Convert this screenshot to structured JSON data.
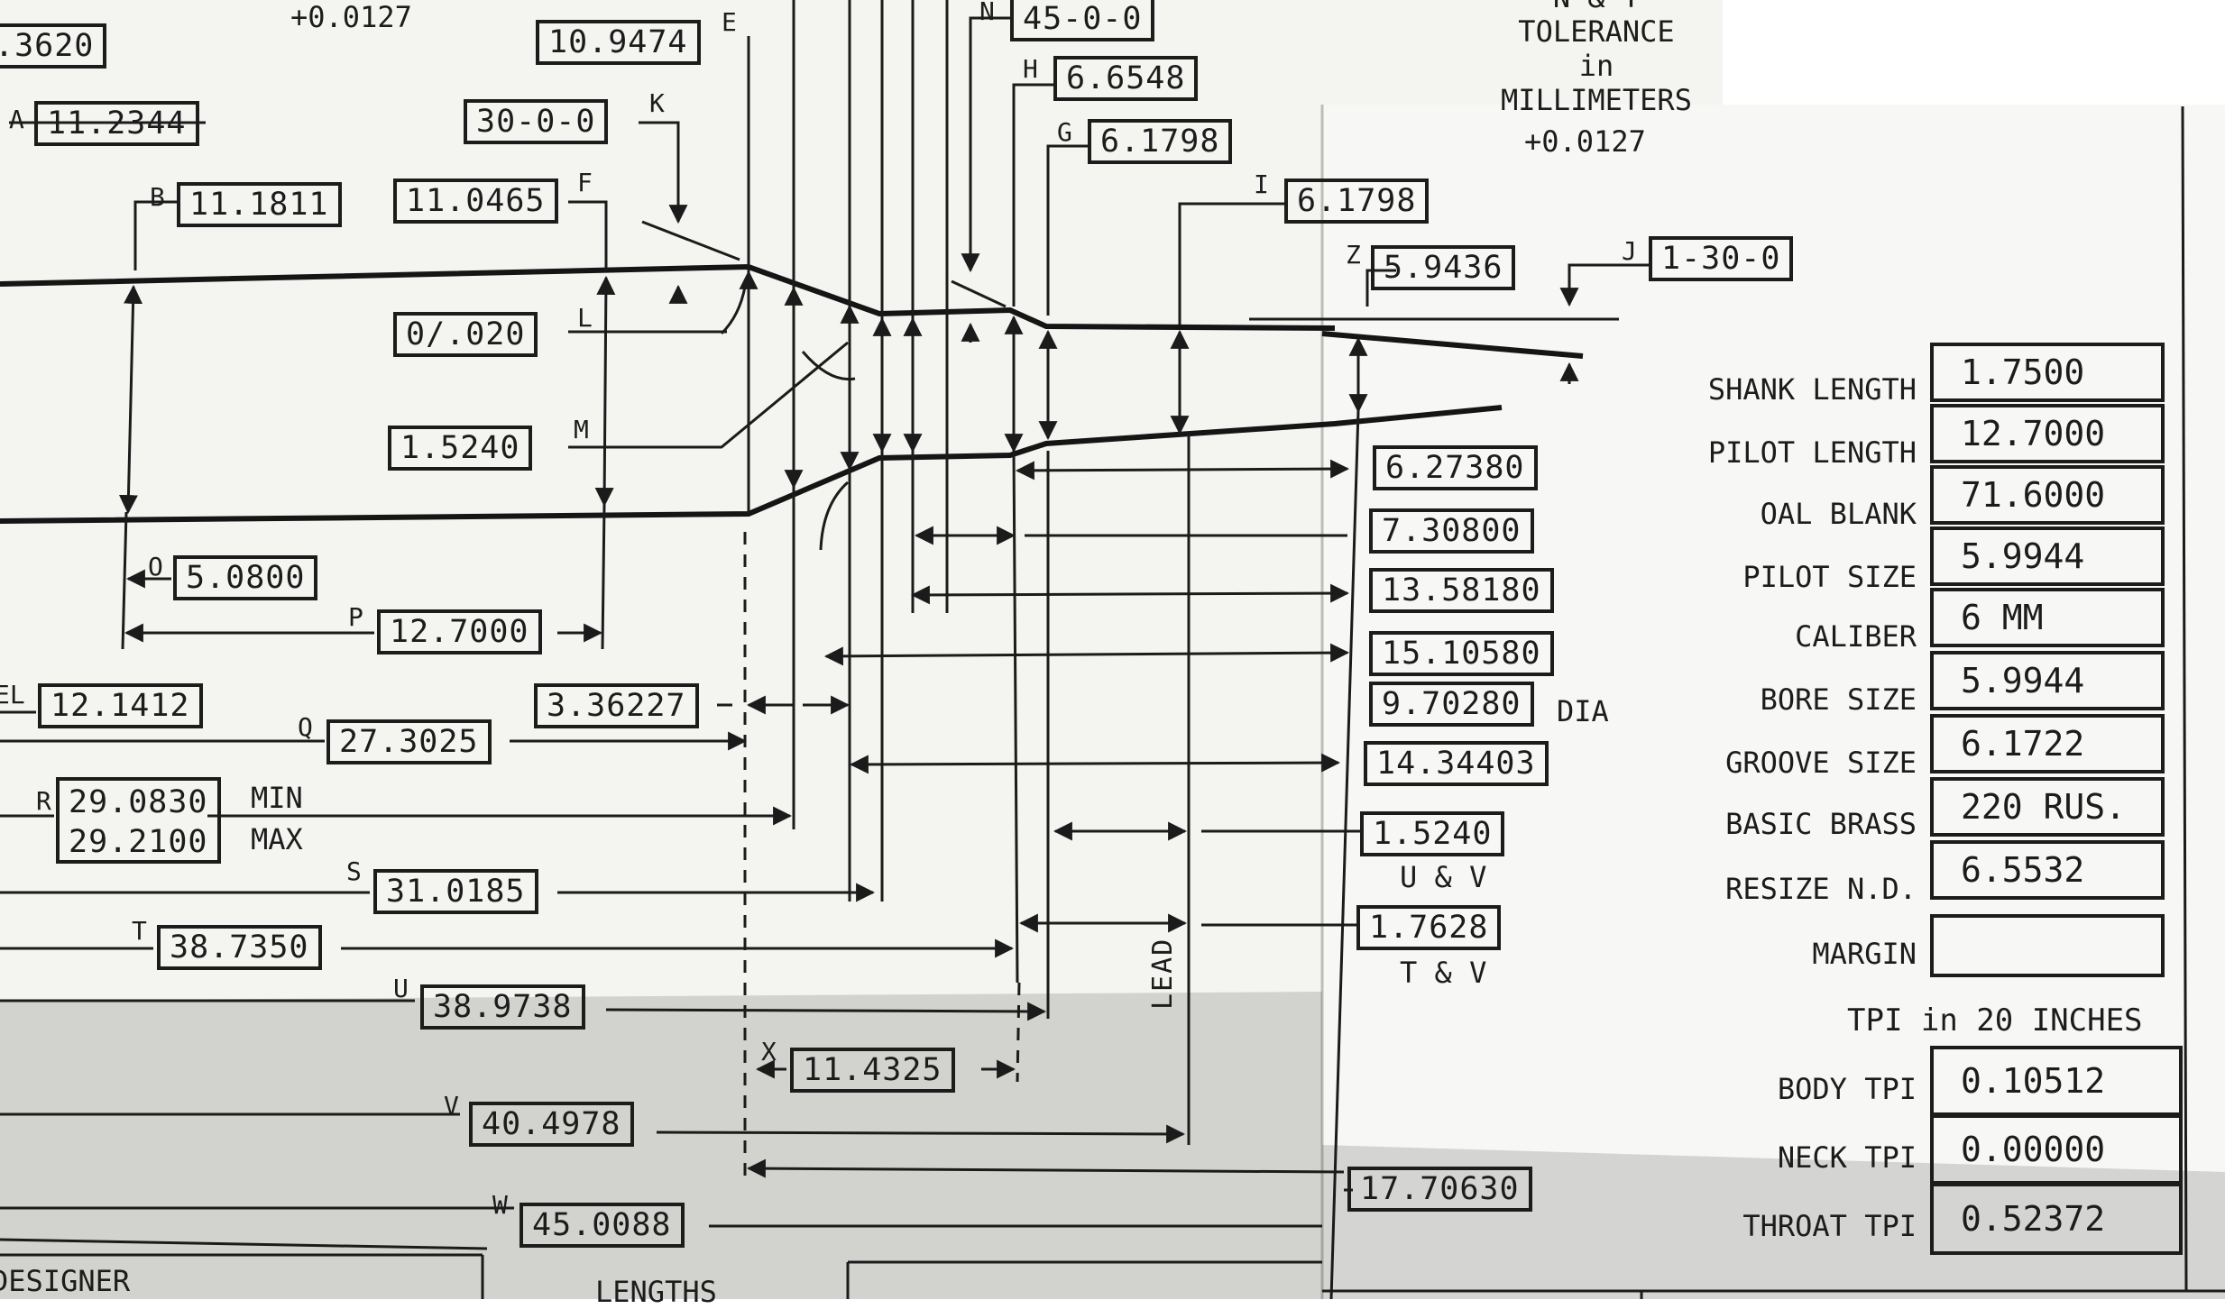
{
  "header": {
    "tolerance_top_left": "+0.0127",
    "tolerance_label": "N & T\nTOLERANCE\nin\nMILLIMETERS",
    "tolerance_right": "+0.0127"
  },
  "dimensions": {
    "partial_top": ".3620",
    "A": "11.2344",
    "B": "11.1811",
    "E": "10.9474",
    "F": "11.0465",
    "K": "30-0-0",
    "L": "0/.020",
    "M": "1.5240",
    "N": "45-0-0",
    "H": "6.6548",
    "G": "6.1798",
    "I": "6.1798",
    "Z": "5.9436",
    "J": "1-30-0",
    "O": "5.0800",
    "P": "12.7000",
    "EL": "12.1412",
    "Q": "27.3025",
    "neck_value": "3.36227",
    "R_min": "29.0830",
    "R_max": "29.2100",
    "S": "31.0185",
    "T": "38.7350",
    "U": "38.9738",
    "X": "11.4325",
    "V": "40.4978",
    "W": "45.0088",
    "d1": "6.27380",
    "d2": "7.30800",
    "d3": "13.58180",
    "d4": "15.10580",
    "dia": "9.70280",
    "d5": "14.34403",
    "uv": "1.5240",
    "tv": "1.7628",
    "overall": "17.70630"
  },
  "labels": {
    "A": "A",
    "B": "B",
    "E": "E",
    "F": "F",
    "K": "K",
    "L": "L",
    "M": "M",
    "N": "N",
    "H": "H",
    "G": "G",
    "I": "I",
    "Z": "Z",
    "J": "J",
    "O": "O",
    "P": "P",
    "EL": "EL",
    "Q": "Q",
    "R": "R",
    "S": "S",
    "T": "T",
    "U": "U",
    "X": "X",
    "V": "V",
    "W": "W",
    "min": "MIN",
    "max": "MAX",
    "dia": "DIA",
    "uv": "U & V",
    "tv": "T & V",
    "lead": "LEAD",
    "designer": "DESIGNER",
    "lengths": "LENGTHS"
  },
  "table": {
    "rows": [
      {
        "label": "SHANK LENGTH",
        "value": "1.7500"
      },
      {
        "label": "PILOT LENGTH",
        "value": "12.7000"
      },
      {
        "label": "OAL BLANK",
        "value": "71.6000"
      },
      {
        "label": "PILOT SIZE",
        "value": "5.9944"
      },
      {
        "label": "CALIBER",
        "value": "6 MM"
      },
      {
        "label": "BORE SIZE",
        "value": "5.9944"
      },
      {
        "label": "GROOVE SIZE",
        "value": "6.1722"
      },
      {
        "label": "BASIC BRASS",
        "value": "220 RUS."
      },
      {
        "label": "RESIZE N.D.",
        "value": "6.5532"
      },
      {
        "label": "MARGIN",
        "value": ""
      }
    ],
    "tpi_heading": "TPI in 20 INCHES",
    "tpi_rows": [
      {
        "label": "BODY TPI",
        "value": "0.10512"
      },
      {
        "label": "NECK TPI",
        "value": "0.00000"
      },
      {
        "label": "THROAT TPI",
        "value": "0.52372"
      }
    ]
  }
}
